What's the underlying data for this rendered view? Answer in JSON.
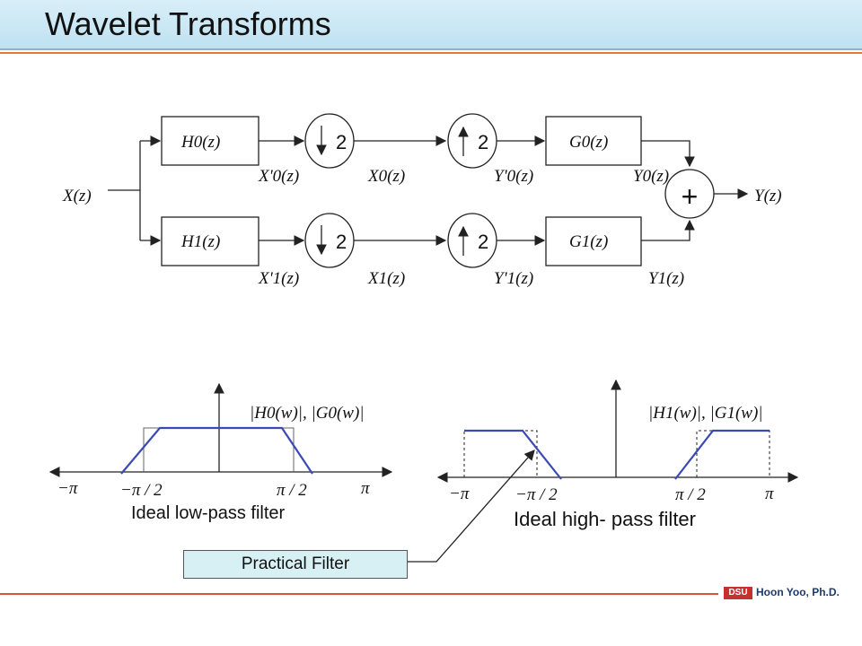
{
  "title": "Wavelet Transforms",
  "footer": {
    "logo": "DSU",
    "author": "Hoon Yoo, Ph.D."
  },
  "diagram": {
    "input": "X(z)",
    "output": "Y(z)",
    "adder": "+",
    "factor": "2",
    "H0": "H0(z)",
    "H1": "H1(z)",
    "G0": "G0(z)",
    "G1": "G1(z)",
    "xp0": "X'0(z)",
    "x0": "X0(z)",
    "yp0": "Y'0(z)",
    "y0": "Y0(z)",
    "xp1": "X'1(z)",
    "x1": "X1(z)",
    "yp1": "Y'1(z)",
    "y1": "Y1(z)"
  },
  "lowpass": {
    "label": "|H0(w)|, |G0(w)|",
    "caption": "Ideal low-pass filter",
    "ticks": [
      "−π",
      "−π / 2",
      "π / 2",
      "π"
    ]
  },
  "highpass": {
    "label": "|H1(w)|, |G1(w)|",
    "caption": "Ideal high- pass filter",
    "ticks": [
      "−π",
      "−π / 2",
      "π / 2",
      "π"
    ]
  },
  "practical": "Practical Filter"
}
